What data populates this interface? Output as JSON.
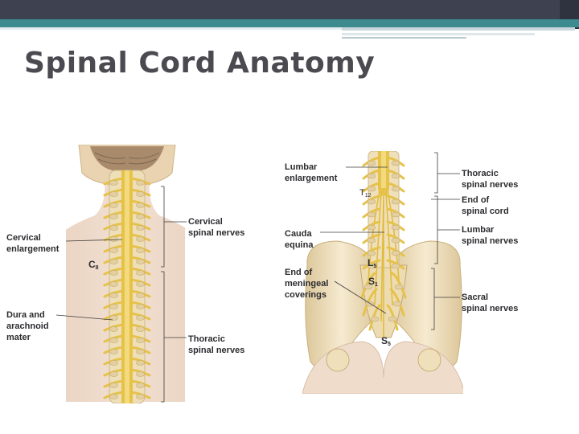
{
  "slide": {
    "title": "Spinal Cord Anatomy"
  },
  "theme": {
    "top_band": "#3d4150",
    "accent_stripe": "#3d8a8f",
    "skin": "#ecd6c3",
    "bone": "#f0e0b8",
    "cord": "#e6c24a",
    "brain": "#b89a78"
  },
  "left_figure": {
    "labels": {
      "cervical_nerves": [
        "Cervical",
        "spinal nerves"
      ],
      "cervical_enlargement": [
        "Cervical",
        "enlargement"
      ],
      "dura": [
        "Dura and",
        "arachnoid",
        "mater"
      ],
      "thoracic_nerves": [
        "Thoracic",
        "spinal nerves"
      ]
    },
    "level_c8": {
      "letter": "C",
      "number": "8"
    }
  },
  "right_figure": {
    "labels": {
      "lumbar_enlargement": [
        "Lumbar",
        "enlargement"
      ],
      "cauda_equina": [
        "Cauda",
        "equina"
      ],
      "end_meningeal": [
        "End of",
        "meningeal",
        "coverings"
      ],
      "thoracic_nerves": [
        "Thoracic",
        "spinal nerves"
      ],
      "end_cord": [
        "End of",
        "spinal cord"
      ],
      "lumbar_nerves": [
        "Lumbar",
        "spinal nerves"
      ],
      "sacral_nerves": [
        "Sacral",
        "spinal nerves"
      ]
    },
    "level_t12": {
      "letter": "T",
      "number": "12"
    },
    "level_l5": {
      "letter": "L",
      "number": "5"
    },
    "level_s1": {
      "letter": "S",
      "number": "1"
    },
    "level_s5": {
      "letter": "S",
      "number": "5"
    }
  }
}
